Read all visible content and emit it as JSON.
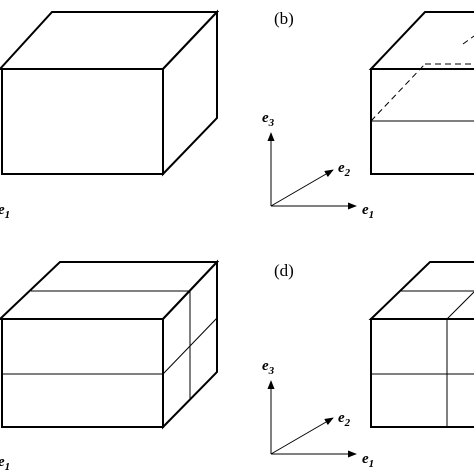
{
  "panels": {
    "b": {
      "label": "(b)"
    },
    "d": {
      "label": "(d)"
    }
  },
  "axes": {
    "e1_base": "e",
    "e1_sub": "1",
    "e2_base": "e",
    "e2_sub": "2",
    "e3_base": "e",
    "e3_sub": "3"
  },
  "partial_labels": {
    "panel_a_axis_base": "e",
    "panel_a_axis_sub": "1",
    "panel_c_axis_base": "e",
    "panel_c_axis_sub": "1"
  }
}
